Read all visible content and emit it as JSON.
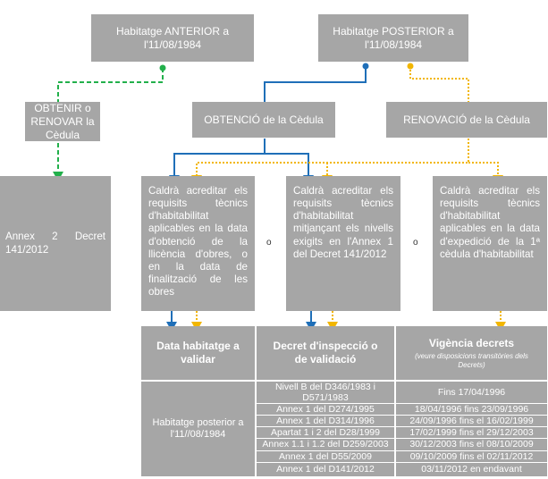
{
  "boxes": {
    "anterior": "Habitatge ANTERIOR a l'11/08/1984",
    "posterior": "Habitatge POSTERIOR a l'11/08/1984",
    "obtenir_renovar": "OBTENIR o RENOVAR la Cèdula",
    "obtencio": "OBTENCIÓ de la Cèdula",
    "renovacio": "RENOVACIÓ de la Cèdula",
    "annex2": "Annex 2 Decret 141/2012"
  },
  "requirements": [
    "Caldrà acreditar els requisits tècnics d'habitabilitat aplicables en la data d'obtenció de la llicència d'obres, o en la data de finalització de les obres",
    "Caldrà acreditar els requisits tècnics d'habitabilitat mitjançant els nivells exigits en l'Annex 1 del Decret 141/2012",
    "Caldrà acreditar els requisits tècnics d'habitabilitat aplicables en la data d'expedició de la 1ª cèdula d'habitabilitat"
  ],
  "or_label": "o",
  "table": {
    "headers": {
      "col1": "Data habitatge a validar",
      "col2": "Decret d'inspecció o de validació",
      "col3": "Vigència decrets",
      "col3_sub": "(veure disposicions transitòries dels Decrets)"
    },
    "row_label": "Habitatge posterior a l'11//08/1984",
    "rows": [
      {
        "decret": "Nivell B del D346/1983 i D571/1983",
        "vigencia": "Fins 17/04/1996"
      },
      {
        "decret": "Annex 1 del D274/1995",
        "vigencia": "18/04/1996 fins 23/09/1996"
      },
      {
        "decret": "Annex 1 del D314/1996",
        "vigencia": "24/09/1996 fins el 16/02/1999"
      },
      {
        "decret": "Apartat 1 i 2 del D28/1999",
        "vigencia": "17/02/1999 fins el 29/12/2003"
      },
      {
        "decret": "Annex 1.1 i 1.2 del D259/2003",
        "vigencia": "30/12/2003 fins el 08/10/2009"
      },
      {
        "decret": "Annex 1 del D55/2009",
        "vigencia": "09/10/2009 fins el 02/11/2012"
      },
      {
        "decret": "Annex 1 del D141/2012",
        "vigencia": "03/11/2012 en endavant"
      }
    ]
  },
  "colors": {
    "box": "#a6a6a6",
    "green": "#22b04b",
    "blue": "#1f6fb8",
    "yellow": "#f2b600"
  }
}
